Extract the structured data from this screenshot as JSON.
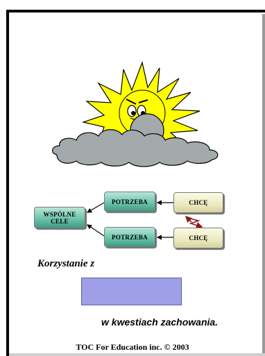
{
  "diagram": {
    "common_goals": "WSPÓLNE\nCELE",
    "need_top": "POTRZEBA",
    "need_bottom": "POTRZEBA",
    "want_top": "CHCĘ",
    "want_bottom": "CHCĘ",
    "colors": {
      "teal": "#6fc4ac",
      "cream": "#ebe9c0",
      "conflict_arrow": "#8b1a1a"
    }
  },
  "caption": {
    "line1": "Korzystanie z",
    "line2": "w kwestiach zachowania."
  },
  "answer_box": {
    "value": "",
    "color": "#9e9fe6"
  },
  "footer": "TOC For Education inc. © 2003",
  "illustration": {
    "icon": "sun-behind-cloud-icon"
  }
}
